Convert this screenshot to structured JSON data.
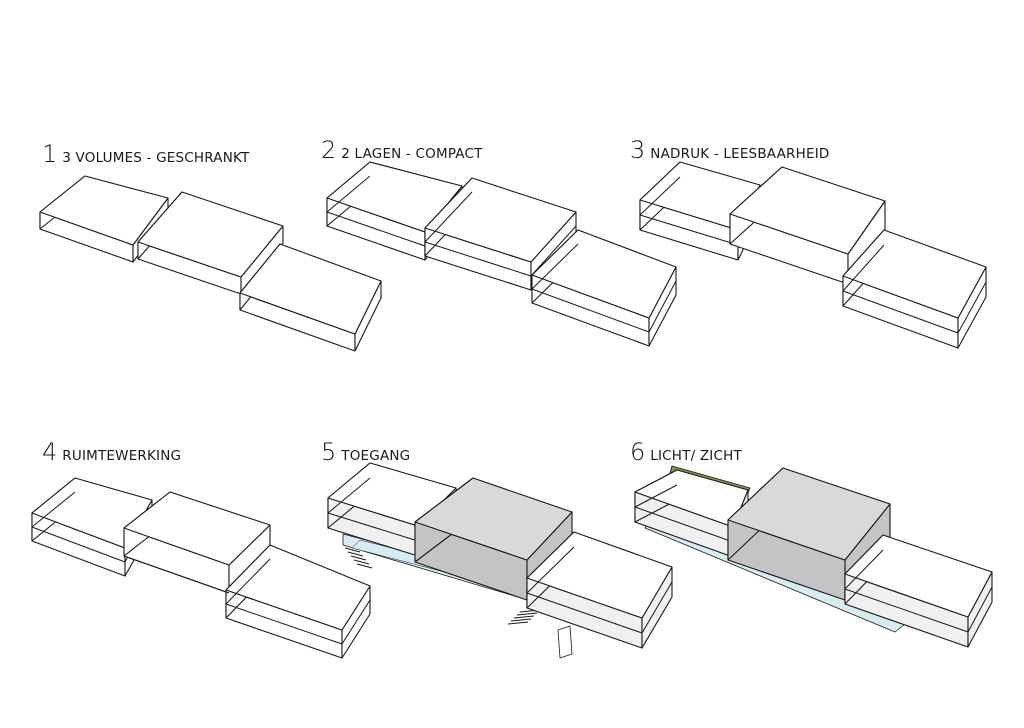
{
  "diagram": {
    "panels": [
      {
        "number": "1",
        "label": "3 VOLUMES - GESCHRANKT"
      },
      {
        "number": "2",
        "label": "2 LAGEN - COMPACT"
      },
      {
        "number": "3",
        "label": "NADRUK - LEESBAARHEID"
      },
      {
        "number": "4",
        "label": "RUIMTEWERKING"
      },
      {
        "number": "5",
        "label": "TOEGANG"
      },
      {
        "number": "6",
        "label": "LICHT/ ZICHT"
      }
    ]
  },
  "colors": {
    "line": "#1a1a1a",
    "face_white": "#ffffff",
    "face_grey": "#d9d9d9",
    "face_grey_side": "#c4c4c4",
    "face_light": "#f0f0f0",
    "glass_blue": "#d6ecf2",
    "green_roof": "#7a9a46"
  }
}
